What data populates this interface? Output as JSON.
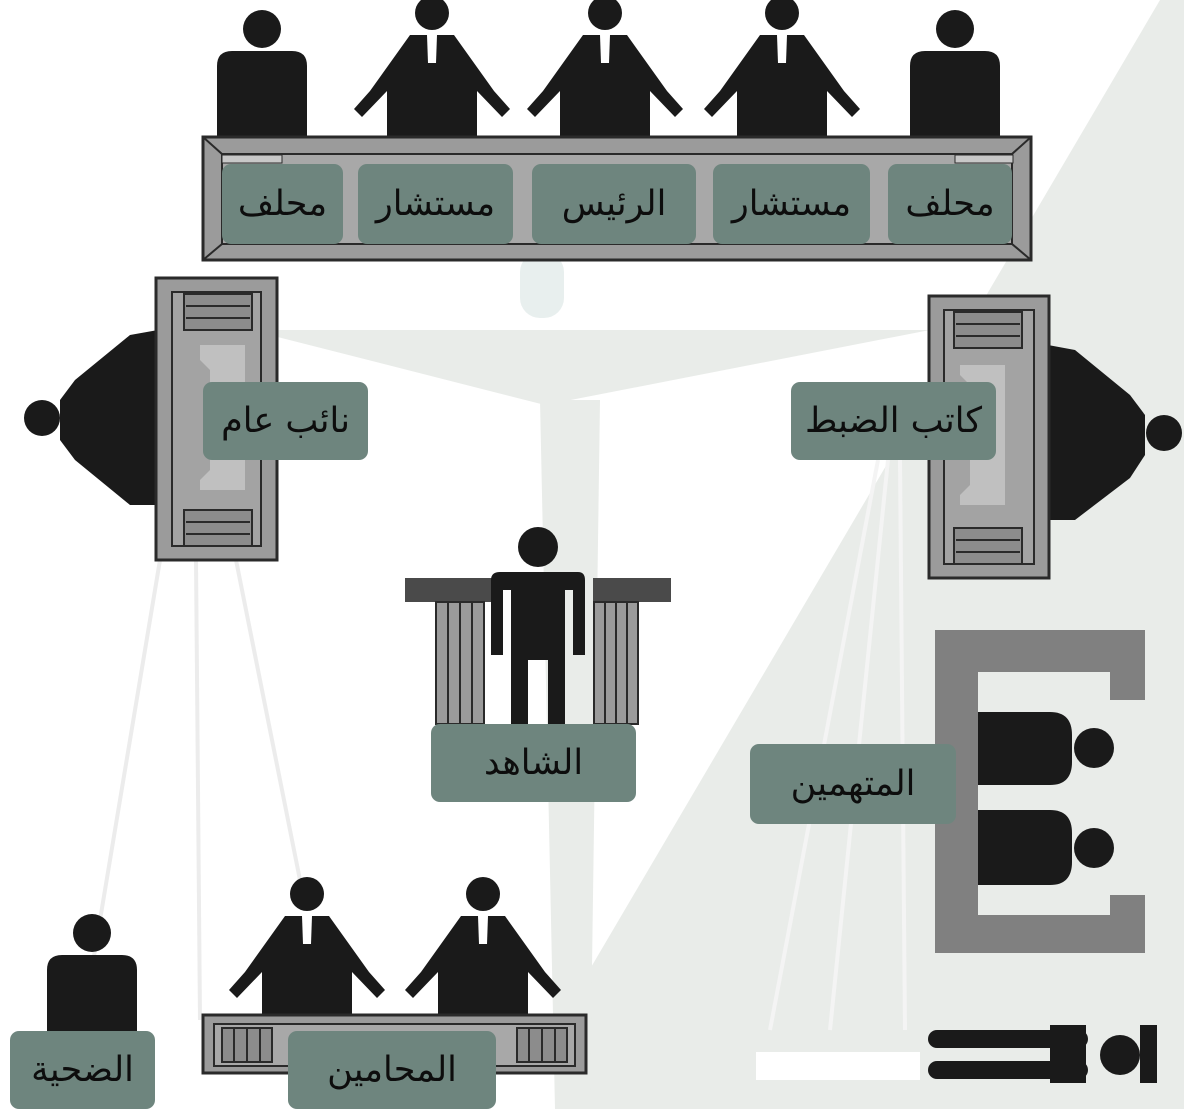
{
  "bench": {
    "seats": [
      "محلف",
      "مستشار",
      "الرئيس",
      "مستشار",
      "محلف"
    ]
  },
  "labels": {
    "prosecutor": "نائب عام",
    "clerk": "كاتب الضبط",
    "witness": "الشاهد",
    "defendants": "المتهمين",
    "victim": "الضحية",
    "lawyers": "المحامين"
  },
  "colors": {
    "label_fill": "#6e857e",
    "figure": "#1a1a1a",
    "desk_fill": "#9b9b9b",
    "desk_dark": "#808080",
    "background_light": "#e9ece9"
  }
}
